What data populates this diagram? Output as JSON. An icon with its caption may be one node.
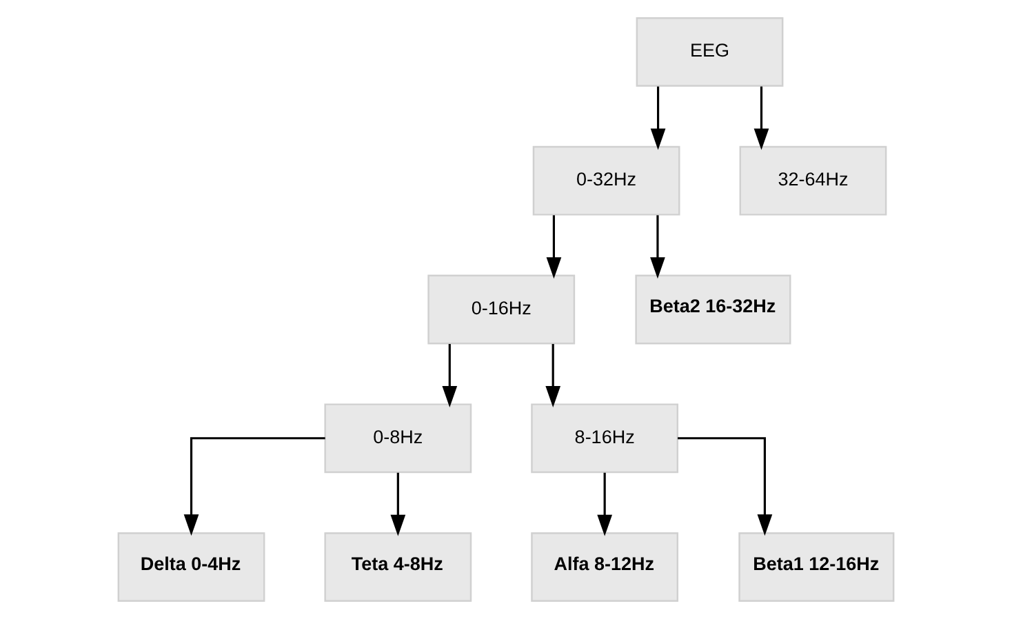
{
  "diagram": {
    "nodes": [
      {
        "text": [
          "EEG"
        ]
      },
      {
        "text": [
          "0-32Hz"
        ]
      },
      {
        "text": [
          "32-64Hz"
        ]
      },
      {
        "text": [
          "0-16Hz"
        ]
      },
      {
        "text": [
          "Beta2 16-32Hz"
        ]
      },
      {
        "text": [
          "0-8Hz"
        ]
      },
      {
        "text": [
          "8-16Hz"
        ]
      },
      {
        "text": [
          "Delta 0-4Hz"
        ]
      },
      {
        "text": [
          "Teta 4-8Hz"
        ]
      },
      {
        "text": [
          "Alfa 8-12Hz"
        ]
      },
      {
        "text": [
          "Beta1 12-16Hz"
        ]
      }
    ],
    "edges": [
      {
        "from": 0,
        "to": 1,
        "arrow": "to"
      },
      {
        "from": 0,
        "to": 2,
        "arrow": "to"
      },
      {
        "from": 1,
        "to": 3,
        "arrow": "to"
      },
      {
        "from": 1,
        "to": 4,
        "arrow": "to"
      },
      {
        "from": 3,
        "to": 5,
        "arrow": "to"
      },
      {
        "from": 3,
        "to": 6,
        "arrow": "to"
      },
      {
        "from": 5,
        "to": 7,
        "arrow": "to"
      },
      {
        "from": 5,
        "to": 8,
        "arrow": "to"
      },
      {
        "from": 6,
        "to": 9,
        "arrow": "to"
      },
      {
        "from": 6,
        "to": 10,
        "arrow": "to"
      }
    ]
  }
}
